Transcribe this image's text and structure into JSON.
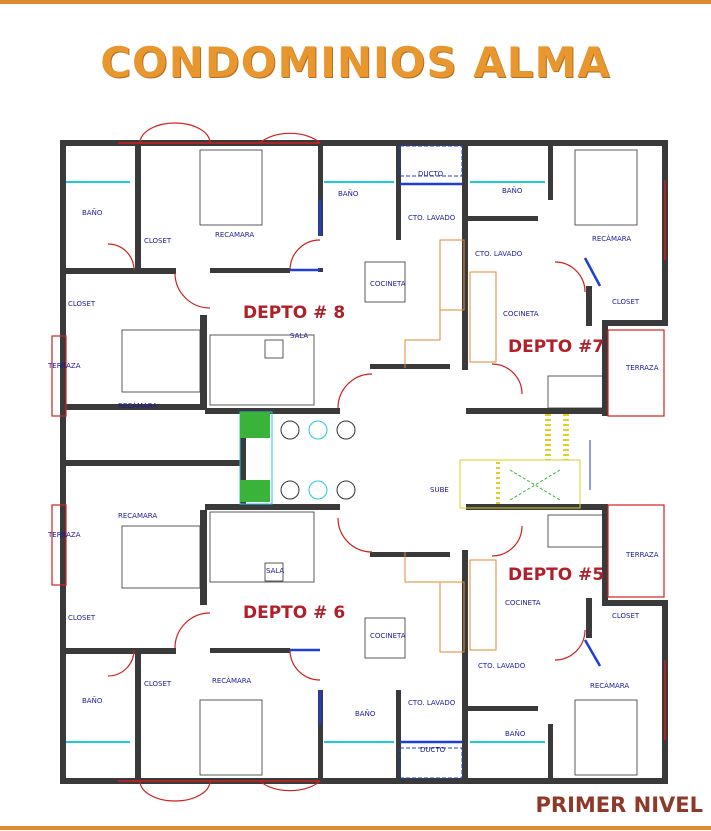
{
  "title": "CONDOMINIOS ALMA",
  "level": "PRIMER NIVEL",
  "units": {
    "d8": "DEPTO # 8",
    "d7": "DEPTO #7",
    "d6": "DEPTO # 6",
    "d5": "DEPTO #5"
  },
  "rooms": {
    "bano": "BAÑO",
    "closet": "CLOSET",
    "recamara": "RECÁMARA",
    "recamara_plain": "RECAMARA",
    "cocineta": "COCINETA",
    "cto_lavado": "CTO. LAVADO",
    "ducto": "DUCTO",
    "sala_upper": "SALA",
    "terraza": "TERRAZA",
    "sube": "SUBE"
  },
  "colors": {
    "accent_orange": "#E8962E",
    "level_text": "#8E3A2A",
    "unit_label": "#B0202A",
    "walls": "#3a3a3a",
    "doors": "#1E3FD0",
    "windows": "#22C8E0"
  }
}
